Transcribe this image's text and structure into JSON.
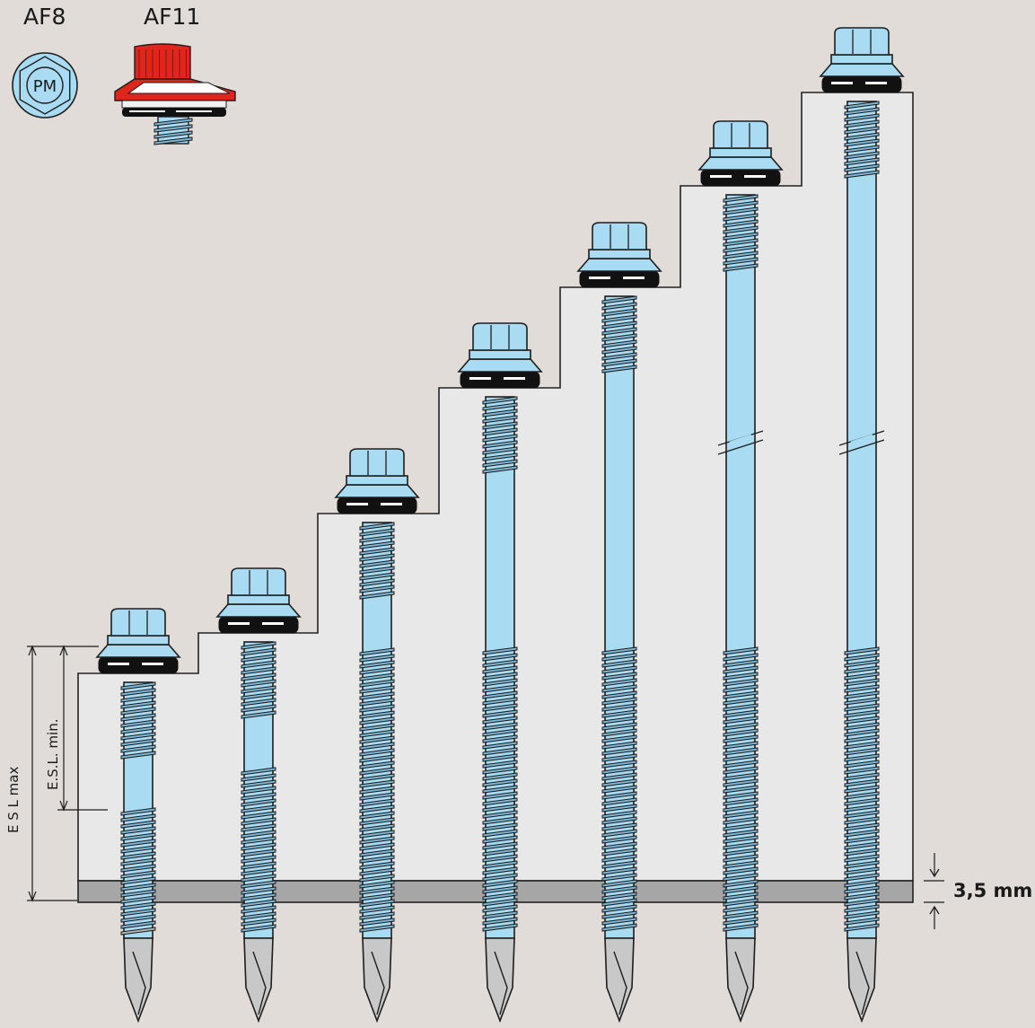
{
  "labels": {
    "af8": "AF8",
    "af11": "AF11",
    "pm": "PM",
    "esl_max": "E S L  max",
    "esl_min": "E.S.L. min.",
    "thickness": "3,5 mm"
  },
  "screws": [
    {
      "id": "screw-1",
      "break_marks": false
    },
    {
      "id": "screw-2",
      "break_marks": false
    },
    {
      "id": "screw-3",
      "break_marks": false
    },
    {
      "id": "screw-4",
      "break_marks": false
    },
    {
      "id": "screw-5",
      "break_marks": false
    },
    {
      "id": "screw-6",
      "break_marks": true
    },
    {
      "id": "screw-7",
      "break_marks": true
    }
  ],
  "colors": {
    "background": "#e1dcd8",
    "panel": "#e8e8e8",
    "steel_plate": "#a6a6a6",
    "screw_blue": "#a9dcf2",
    "washer": "#111111",
    "drill_tip": "#c8c8c8",
    "af11_cap": "#e0261c"
  }
}
